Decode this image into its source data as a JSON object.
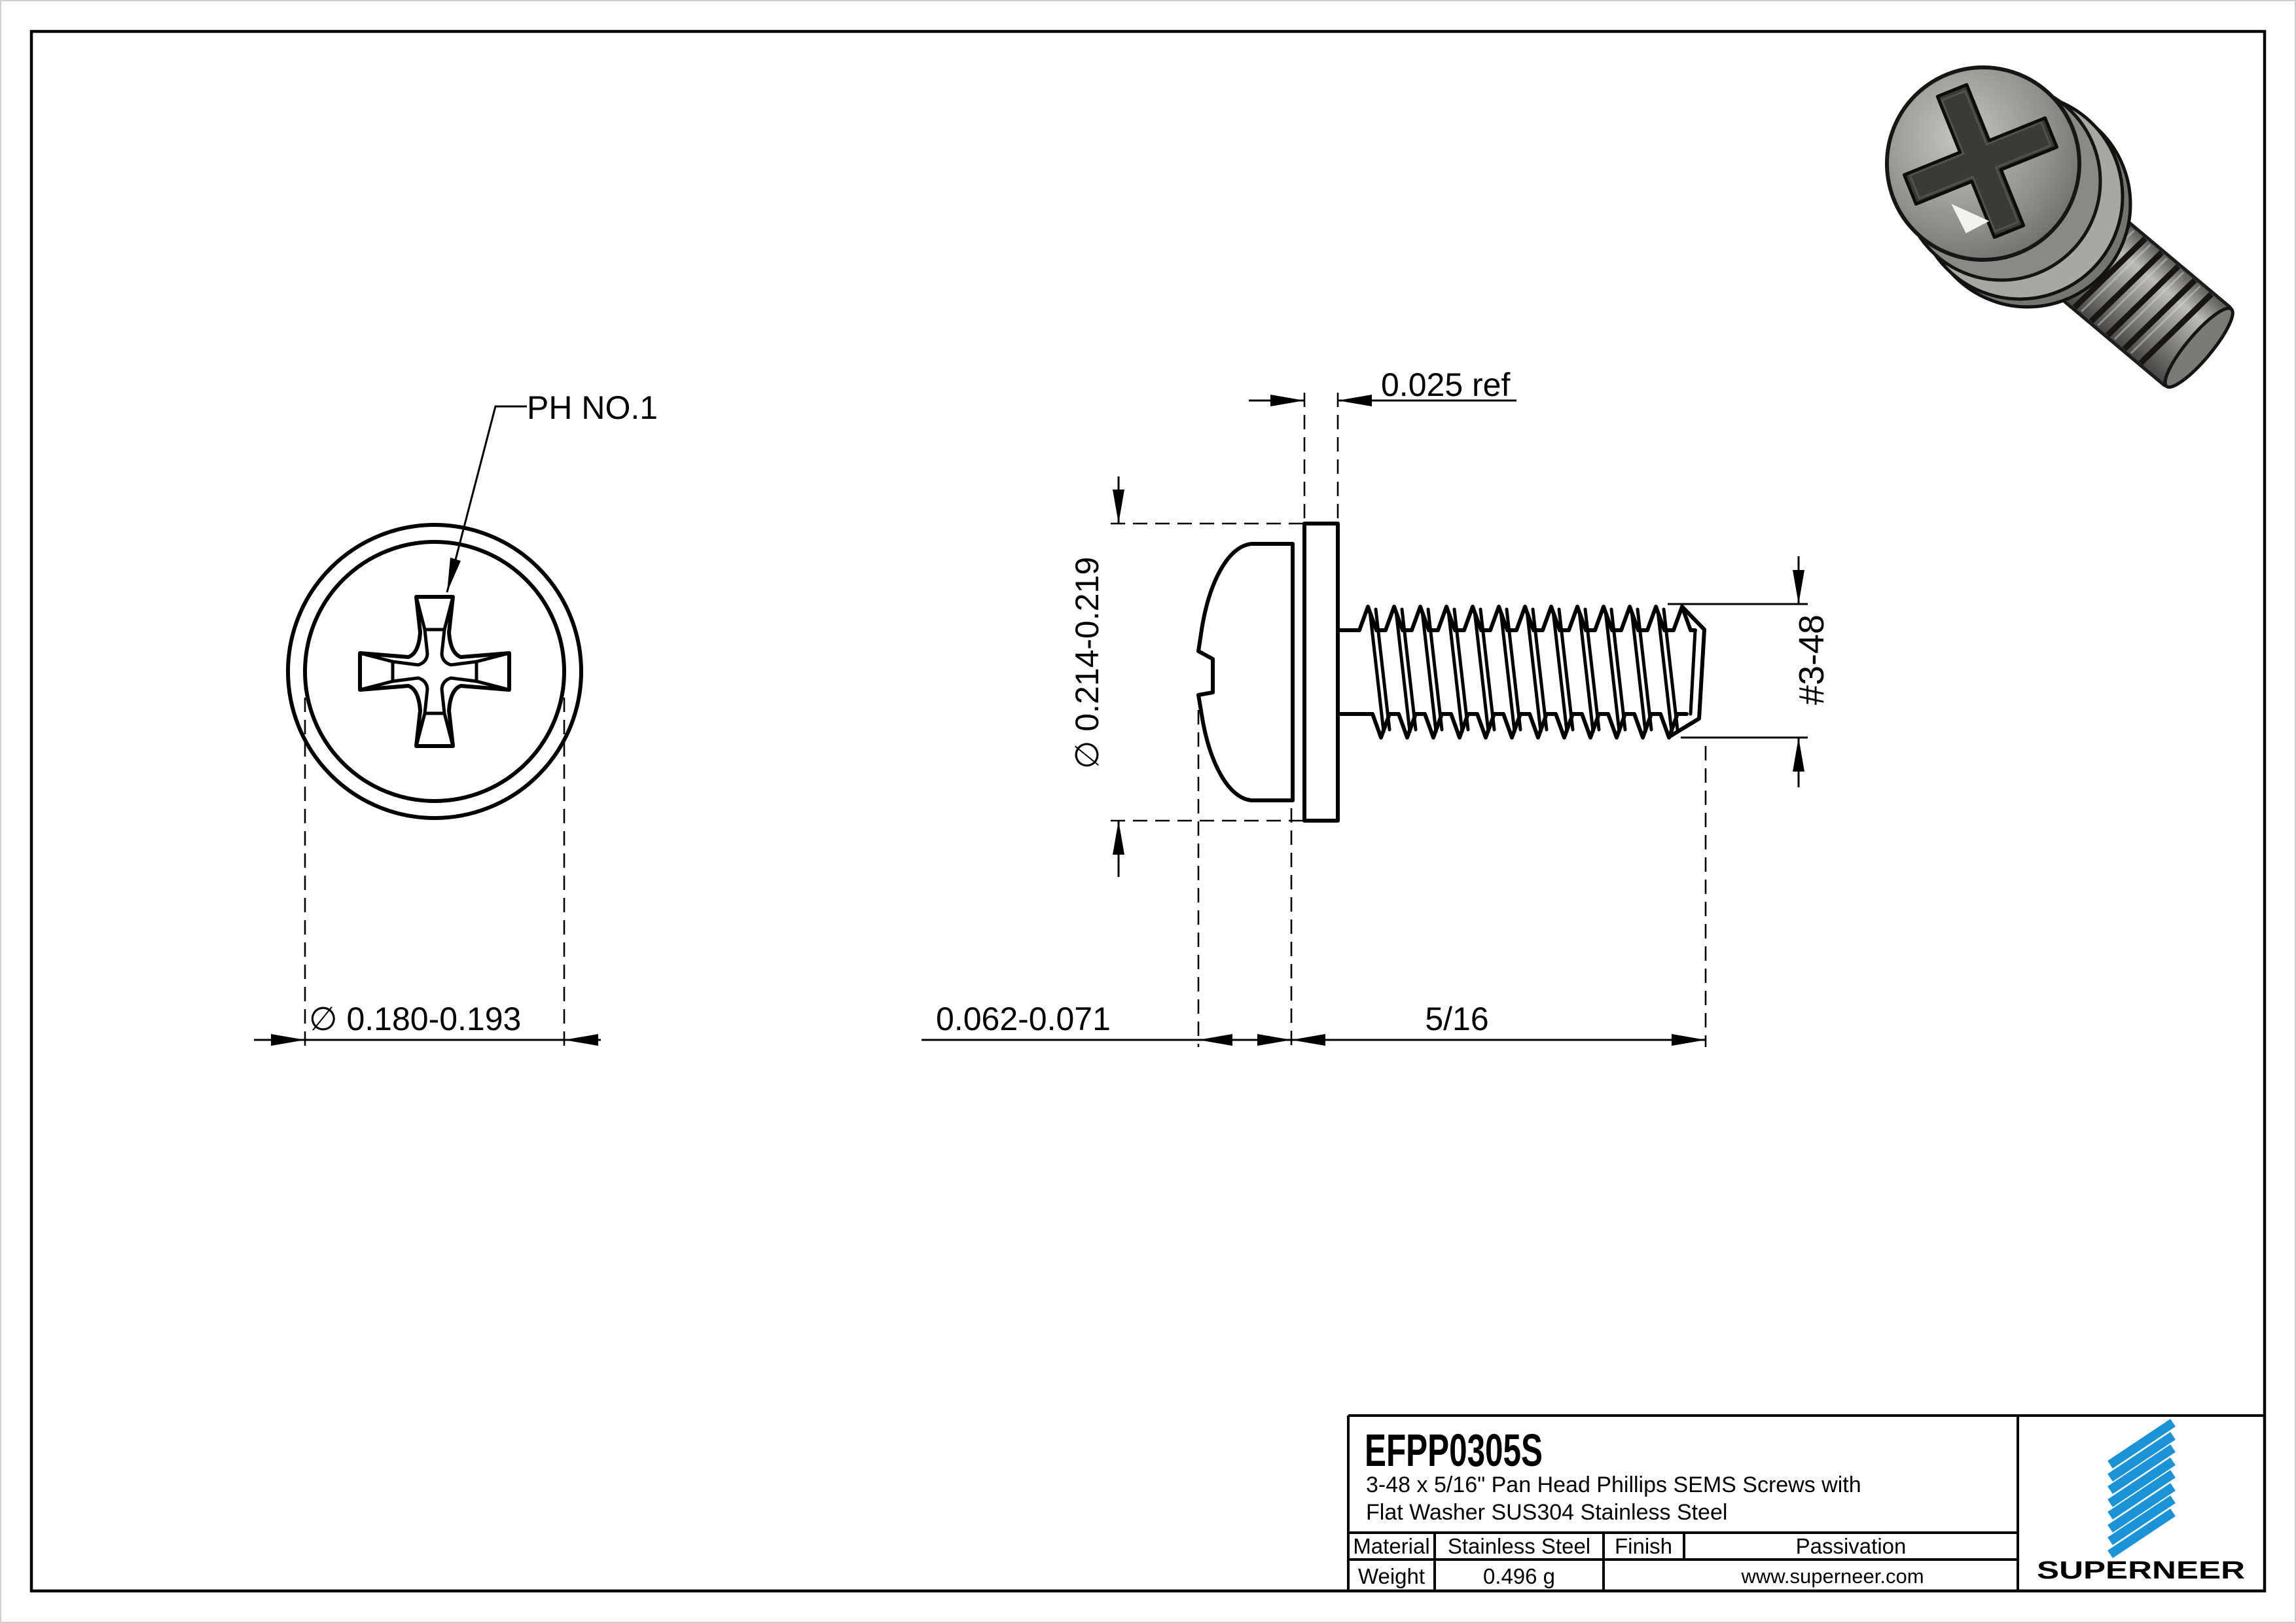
{
  "drawing": {
    "front_view": {
      "callout": "PH NO.1",
      "head_dia_dim": "∅ 0.180-0.193"
    },
    "side_view": {
      "washer_thk_dim": "0.025 ref",
      "washer_od_dim": "∅ 0.214-0.219",
      "thread_spec_dim": "#3-48",
      "head_height_dim": "0.062-0.071",
      "length_dim": "5/16"
    }
  },
  "title_block": {
    "part_number": "EFPP0305S",
    "description_line1": "3-48 x 5/16\" Pan Head Phillips SEMS Screws with",
    "description_line2": "Flat Washer SUS304 Stainless Steel",
    "material_label": "Material",
    "material_value": "Stainless Steel",
    "finish_label": "Finish",
    "finish_value": "Passivation",
    "weight_label": "Weight",
    "weight_value": "0.496 g",
    "website": "www.superneer.com",
    "brand": "SUPERNEER"
  },
  "colors": {
    "accent_blue": "#1b94d7",
    "link_blue": "#2196d8",
    "line": "#000000"
  }
}
